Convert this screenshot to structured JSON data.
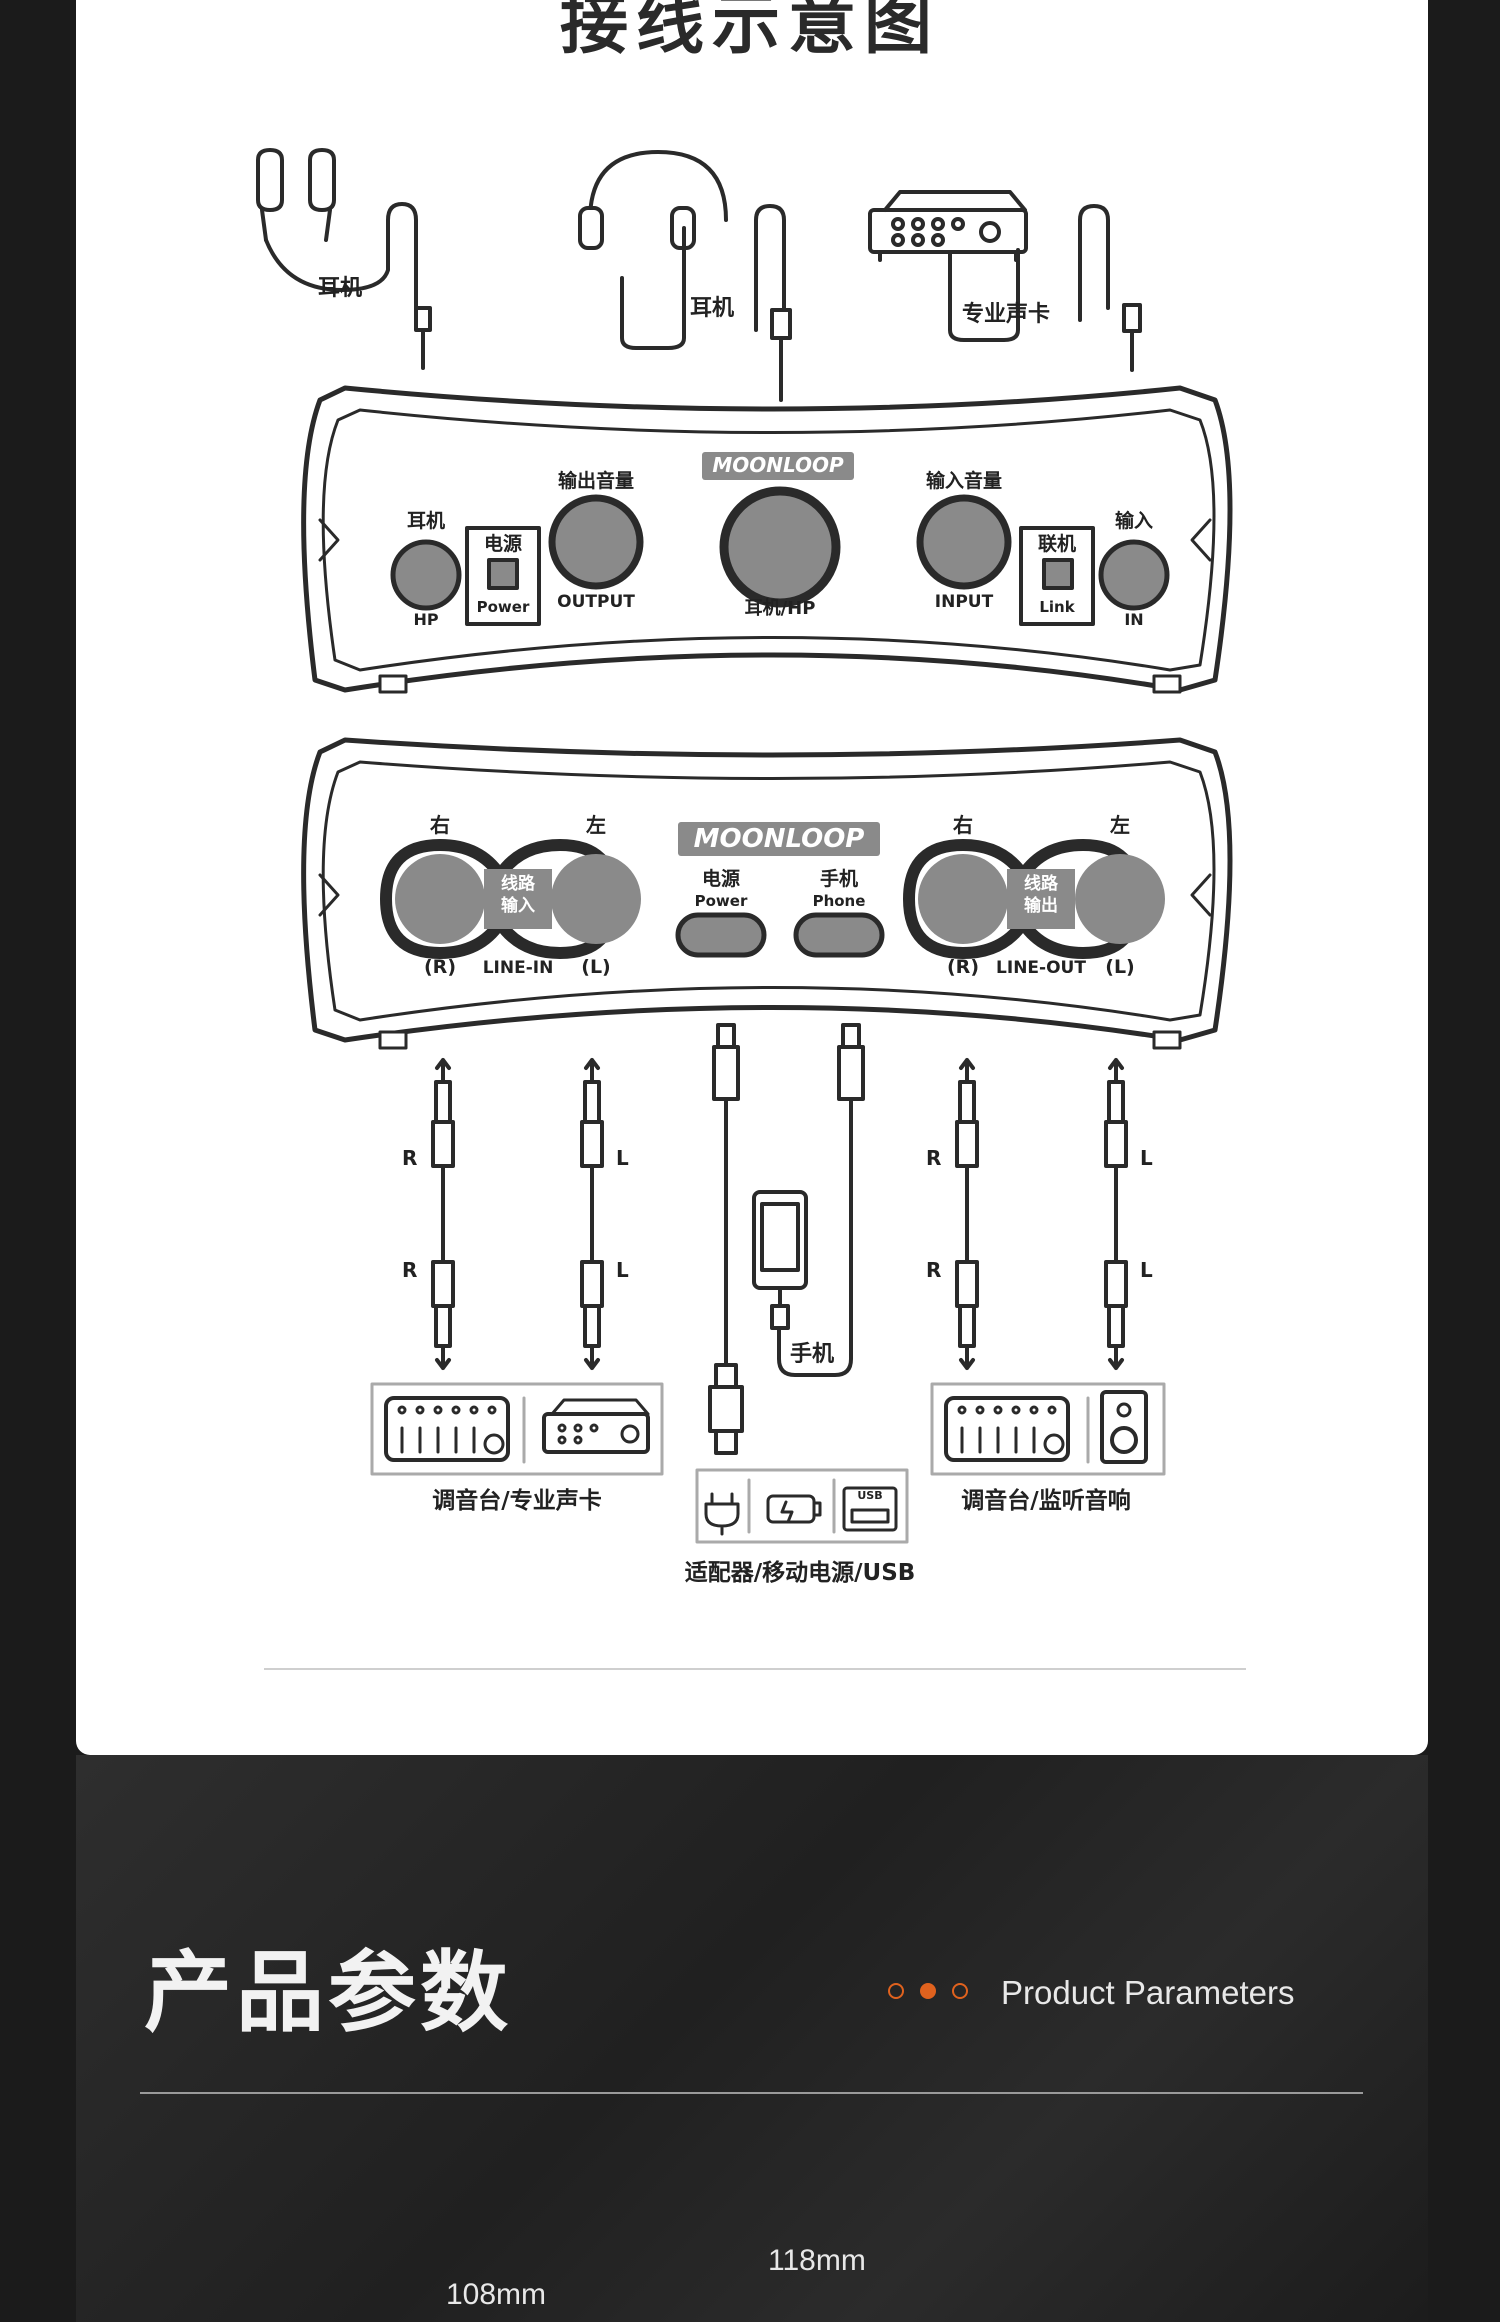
{
  "diagram": {
    "title": "接线示意图",
    "top_labels": {
      "earbuds": "耳机",
      "headphones": "耳机",
      "sound_card": "专业声卡"
    },
    "front_panel": {
      "brand": "MOONLOOP",
      "hp_cn": "耳机",
      "hp_en": "HP",
      "power_cn": "电源",
      "power_en": "Power",
      "output_cn": "输出音量",
      "output_en": "OUTPUT",
      "main_knob": "耳机/HP",
      "input_cn": "输入音量",
      "input_en": "INPUT",
      "link_cn": "联机",
      "link_en": "Link",
      "in_cn": "输入",
      "in_en": "IN"
    },
    "back_panel": {
      "brand": "MOONLOOP",
      "right1": "右",
      "left1": "左",
      "line_in_cn_1": "线路",
      "line_in_cn_2": "输入",
      "r1": "(R)",
      "line_in_en": "LINE-IN",
      "l1": "(L)",
      "power_cn": "电源",
      "power_en": "Power",
      "phone_cn": "手机",
      "phone_en": "Phone",
      "right2": "右",
      "left2": "左",
      "line_out_cn_1": "线路",
      "line_out_cn_2": "输出",
      "r2": "(R)",
      "line_out_en": "LINE-OUT",
      "l2": "(L)"
    },
    "cable_labels": {
      "r": "R",
      "l": "L",
      "phone": "手机",
      "usb": "USB"
    },
    "bottom_labels": {
      "mixer_card": "调音台/专业声卡",
      "mixer_monitor": "调音台/监听音响",
      "power_source": "适配器/移动电源/USB"
    }
  },
  "params": {
    "title": "产品参数",
    "subtitle": "Product Parameters",
    "width_dim": "118mm",
    "depth_dim": "108mm",
    "dot_colors": [
      "#e0621e",
      "#e0621e",
      "#e0621e"
    ]
  }
}
